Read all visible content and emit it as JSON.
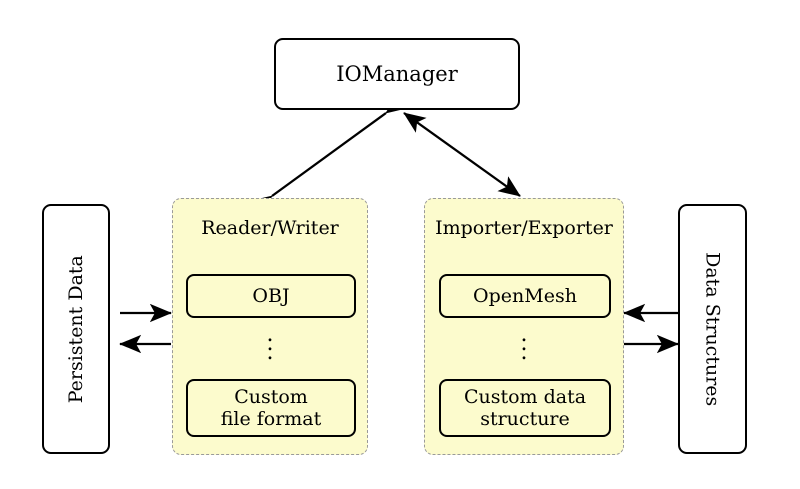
{
  "diagram": {
    "title_node": {
      "label": "IOManager"
    },
    "left_store": {
      "label": "Persistent Data"
    },
    "right_store": {
      "label": "Data Structures"
    },
    "groups": [
      {
        "id": "reader-writer",
        "title": "Reader/Writer",
        "fill_color": "#fcfbcd",
        "border_color": "#9a9a9a",
        "border_style": "dashed",
        "items": [
          {
            "label": "OBJ"
          },
          {
            "label": "⋮"
          },
          {
            "label": "Custom\nfile format",
            "line1": "Custom",
            "line2": "file format"
          }
        ]
      },
      {
        "id": "importer-exporter",
        "title": "Importer/Exporter",
        "fill_color": "#fcfbcd",
        "border_color": "#9a9a9a",
        "border_style": "dashed",
        "items": [
          {
            "label": "OpenMesh"
          },
          {
            "label": "⋮"
          },
          {
            "label": "Custom data\nstructure",
            "line1": "Custom data",
            "line2": "structure"
          }
        ]
      }
    ],
    "connections": [
      {
        "id": "iomanager-to-reader-writer",
        "from": "IOManager",
        "to": "Reader/Writer",
        "direction": "bidirectional",
        "style": "diagonal"
      },
      {
        "id": "iomanager-to-importer-exporter",
        "from": "IOManager",
        "to": "Importer/Exporter",
        "direction": "bidirectional",
        "style": "diagonal"
      },
      {
        "id": "persistent-data-to-reader-writer",
        "from": "Persistent Data",
        "to": "Reader/Writer",
        "direction": "right",
        "style": "horizontal"
      },
      {
        "id": "reader-writer-to-persistent-data",
        "from": "Reader/Writer",
        "to": "Persistent Data",
        "direction": "left",
        "style": "horizontal"
      },
      {
        "id": "data-structures-to-importer-exporter",
        "from": "Data Structures",
        "to": "Importer/Exporter",
        "direction": "left",
        "style": "horizontal"
      },
      {
        "id": "importer-exporter-to-data-structures",
        "from": "Importer/Exporter",
        "to": "Data Structures",
        "direction": "right",
        "style": "horizontal"
      }
    ],
    "colors": {
      "stroke": "#000000",
      "group_fill": "#fcfbcd",
      "group_border": "#9a9a9a",
      "node_fill": "#ffffff",
      "background": "#ffffff"
    }
  }
}
